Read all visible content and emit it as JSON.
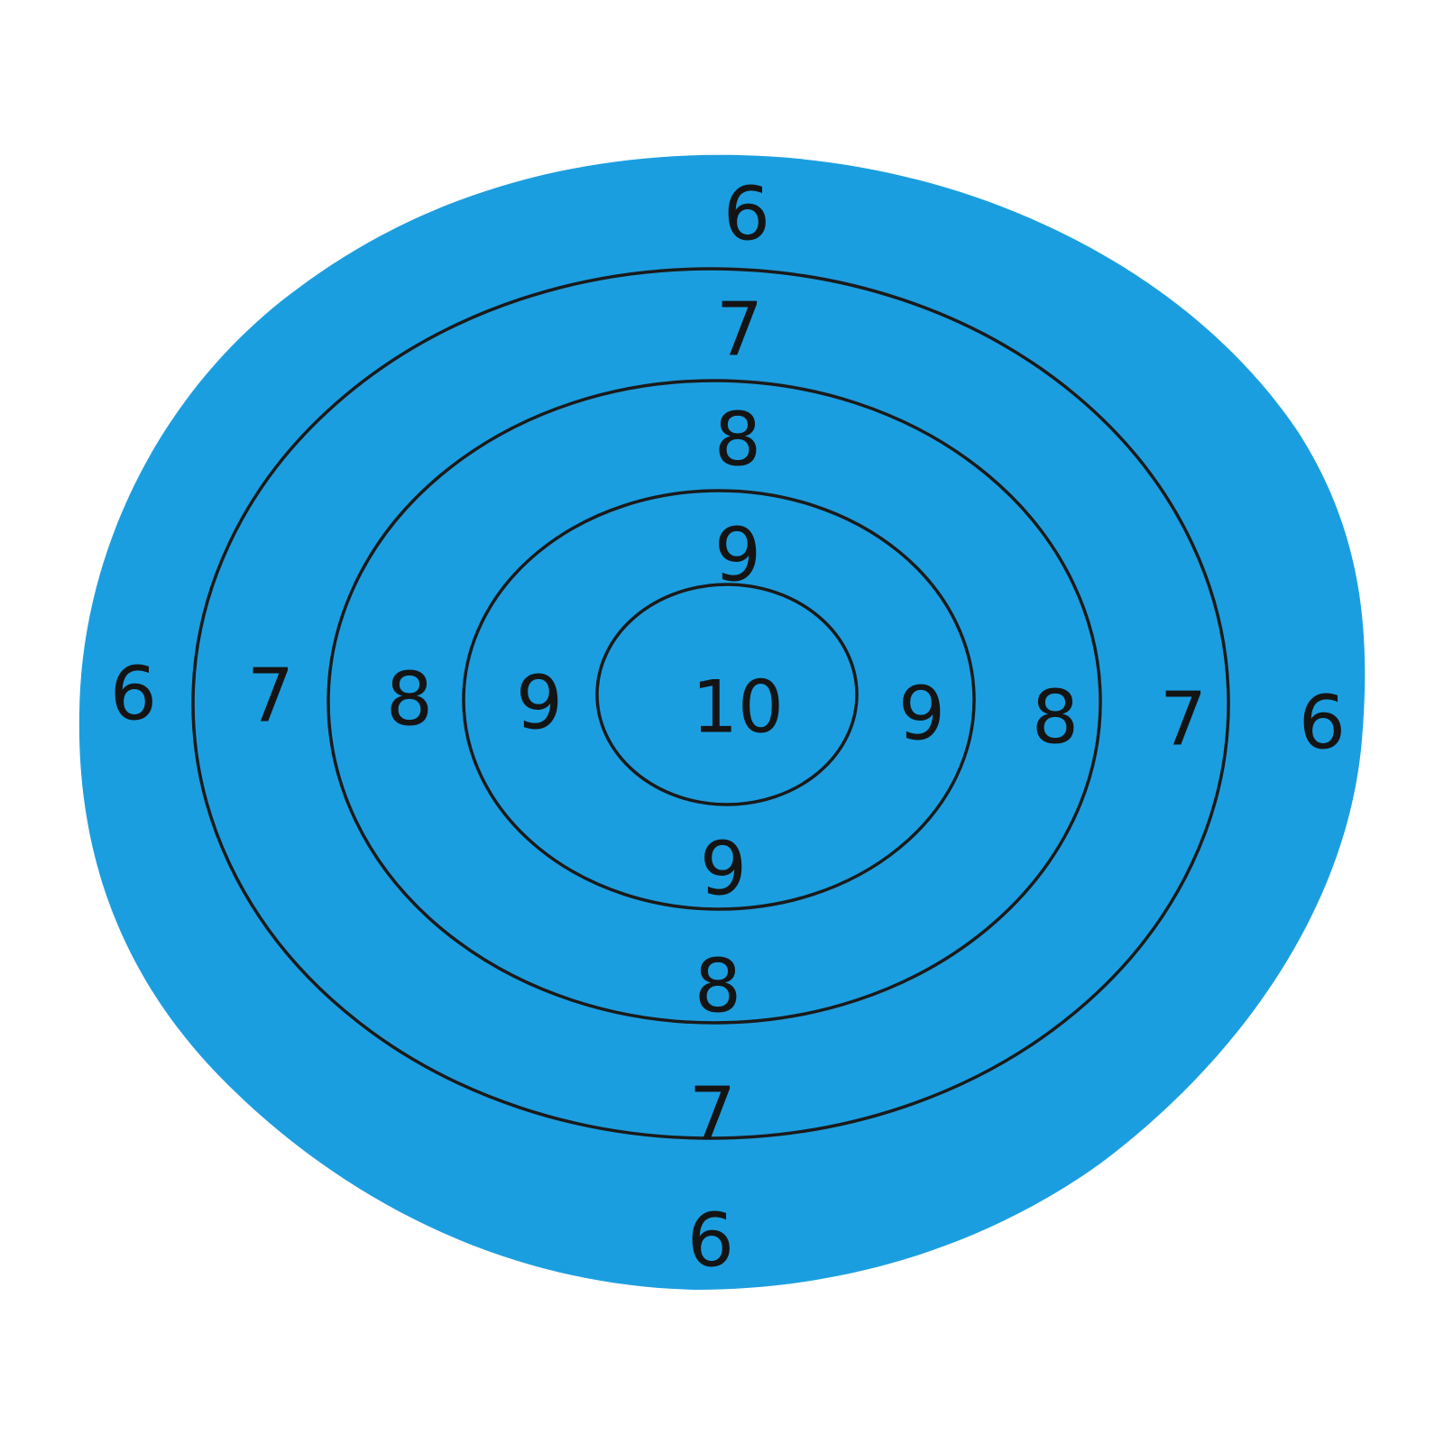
{
  "target": {
    "colors": {
      "background": "#ffffff",
      "blue_ring": "#1b9ee0",
      "red_ring": "#e01c1c",
      "yellow_ring": "#f2dc1a",
      "outline": "#1a1a1a",
      "label": "#141414"
    },
    "rings": [
      {
        "score": "6",
        "color_key": "blue_ring"
      },
      {
        "score": "7",
        "color_key": "red_ring"
      },
      {
        "score": "8",
        "color_key": "red_ring"
      },
      {
        "score": "9",
        "color_key": "yellow_ring"
      },
      {
        "score": "10",
        "color_key": "yellow_ring"
      }
    ],
    "labels": {
      "ring6_top": "6",
      "ring6_left": "6",
      "ring6_right": "6",
      "ring6_bottom": "6",
      "ring7_top": "7",
      "ring7_left": "7",
      "ring7_right": "7",
      "ring7_bottom": "7",
      "ring8_top": "8",
      "ring8_left": "8",
      "ring8_right": "8",
      "ring8_bottom": "8",
      "ring9_top": "9",
      "ring9_left": "9",
      "ring9_right": "9",
      "ring9_bottom": "9",
      "ring10_center": "10"
    }
  }
}
